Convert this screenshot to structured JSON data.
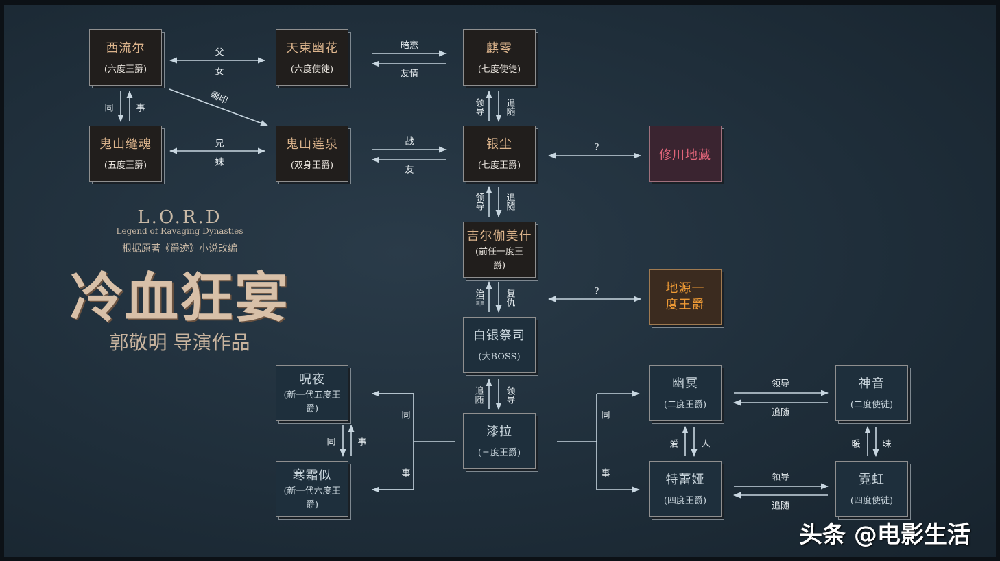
{
  "nodes": {
    "xiliuer": {
      "name": "西流尔",
      "role": "(六度王爵)"
    },
    "tianshu": {
      "name": "天束幽花",
      "role": "(六度使徒)"
    },
    "qiling": {
      "name": "麒零",
      "role": "(七度使徒)"
    },
    "guishanfenghun": {
      "name": "鬼山缝魂",
      "role": "(五度王爵)"
    },
    "guishanlianquan": {
      "name": "鬼山莲泉",
      "role": "(双身王爵)"
    },
    "yinchen": {
      "name": "银尘",
      "role": "(七度王爵)"
    },
    "xiuchuan": {
      "name": "修川地藏"
    },
    "jier": {
      "name": "吉尔伽美什",
      "role": "(前任一度王爵)"
    },
    "diyuan": {
      "name": "地源一度王爵"
    },
    "baiyin": {
      "name": "白银祭司",
      "role": "(大BOSS)"
    },
    "zhouye": {
      "name": "呪夜",
      "role": "(新一代五度王爵)"
    },
    "hanshuangsi": {
      "name": "寒霜似",
      "role": "(新一代六度王爵)"
    },
    "qila": {
      "name": "漆拉",
      "role": "(三度王爵)"
    },
    "youming": {
      "name": "幽冥",
      "role": "(二度王爵)"
    },
    "shenyin": {
      "name": "神音",
      "role": "(二度使徒)"
    },
    "teleiya": {
      "name": "特蕾娅",
      "role": "(四度王爵)"
    },
    "nihong": {
      "name": "霓虹",
      "role": "(四度使徒)"
    }
  },
  "edges": [
    "父",
    "女",
    "暗恋",
    "友情",
    "同",
    "事",
    "赐印",
    "兄",
    "妹",
    "战",
    "友",
    "领导",
    "追随",
    "领导",
    "追随",
    "治罪",
    "复仇",
    "追随",
    "领导",
    "?",
    "?",
    "同",
    "事",
    "同",
    "事",
    "同",
    "事",
    "领导",
    "追随",
    "爱",
    "人",
    "领导",
    "追随",
    "暖",
    "昧"
  ],
  "poster": {
    "logo": "L.O.R.D",
    "subtitle": "Legend of Ravaging Dynasties",
    "source": "根据原著《爵迹》小说改编",
    "title": "冷血狂宴",
    "director": "郭敬明 导演作品"
  },
  "watermark": "头条 @电影生活",
  "colors": {
    "gold": "#dcb48c",
    "red": "#e2657a",
    "orange": "#ee9a35",
    "line": "#c8d6e0"
  }
}
